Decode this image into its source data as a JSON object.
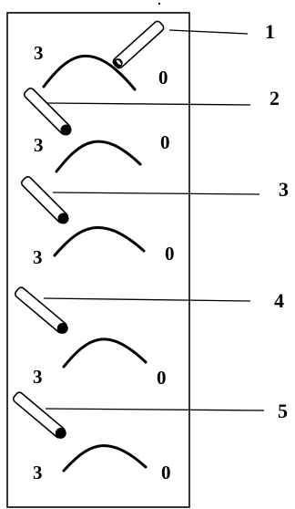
{
  "diagram": {
    "strip_border_color": "#000000",
    "stages": [
      {
        "label": "1",
        "left_mark": "3",
        "right_mark": "0"
      },
      {
        "label": "2",
        "left_mark": "3",
        "right_mark": "0"
      },
      {
        "label": "3",
        "left_mark": "3",
        "right_mark": "0"
      },
      {
        "label": "4",
        "left_mark": "3",
        "right_mark": "0"
      },
      {
        "label": "5",
        "left_mark": "3",
        "right_mark": "0"
      }
    ]
  }
}
